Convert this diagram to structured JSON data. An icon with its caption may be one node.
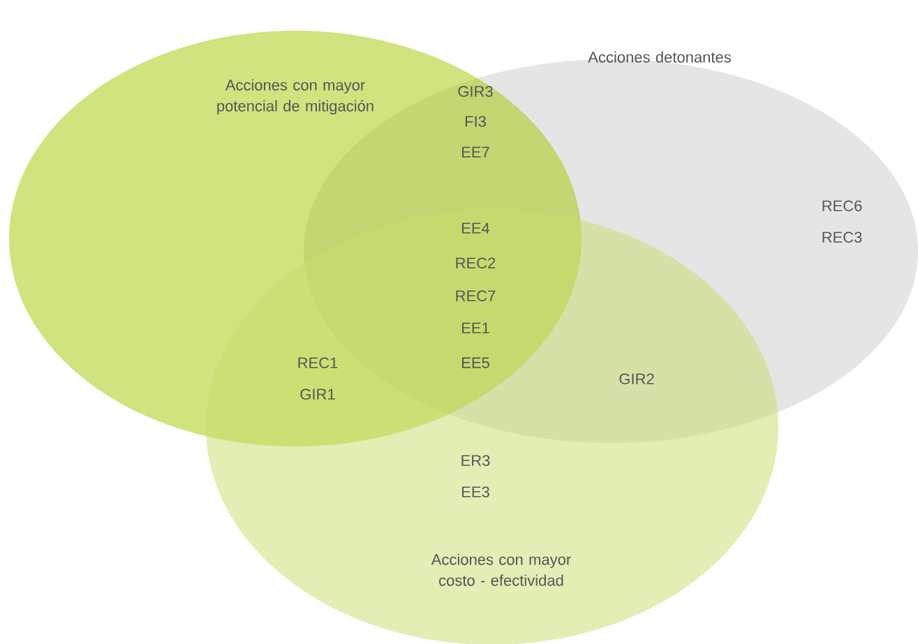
{
  "diagram": {
    "nodes": [
      {
        "text": [
          "Acciones con mayor potencial de mitigación"
        ]
      },
      {
        "text": [
          "Acciones detonantes"
        ]
      },
      {
        "text": [
          "Acciones con mayor costo - efectividad"
        ]
      }
    ],
    "labels": [
      "GIR3",
      "FI3",
      "EE7",
      "REC6",
      "REC3",
      "EE4",
      "REC2",
      "REC7",
      "EE1",
      "EE5",
      "REC1",
      "GIR1",
      "GIR2",
      "ER3",
      "EE3"
    ]
  }
}
